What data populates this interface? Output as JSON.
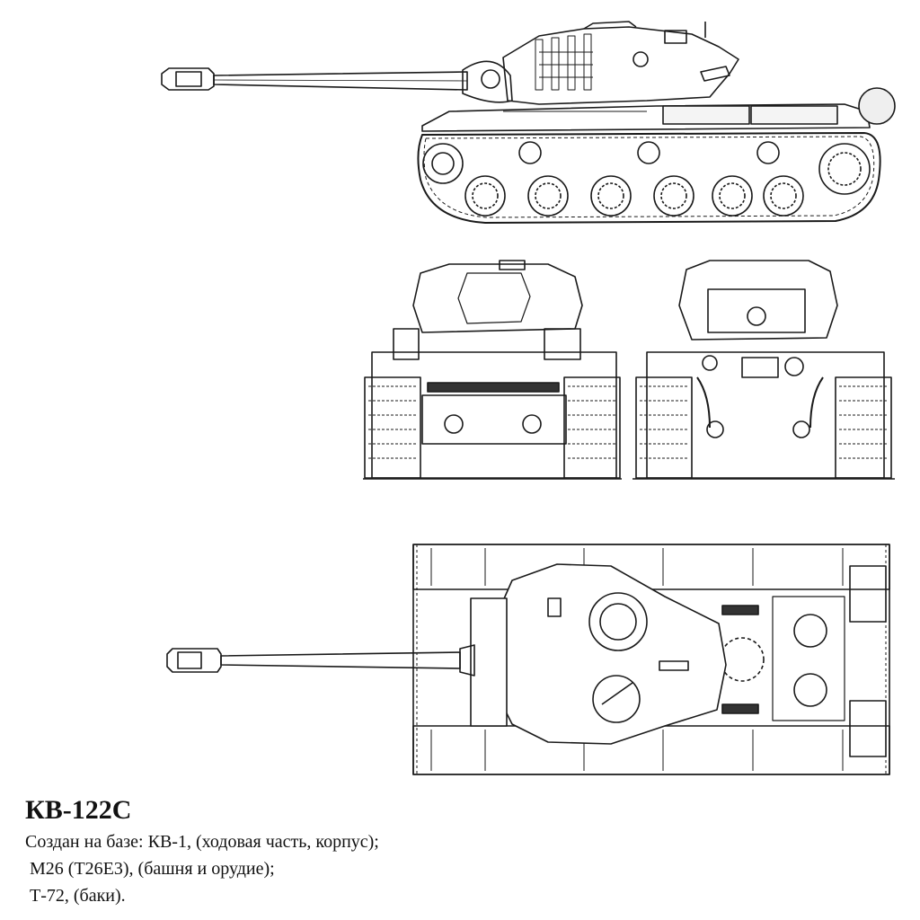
{
  "caption": {
    "title": "КВ-122С",
    "lines": [
      "Создан на базе: КВ-1, (ходовая часть, корпус);",
      " М26 (Т26Е3), (башня и орудие);",
      " Т-72, (баки)."
    ]
  },
  "colors": {
    "ink": "#1a1a1a",
    "paper": "#ffffff",
    "shade": "#e6e6e6"
  }
}
